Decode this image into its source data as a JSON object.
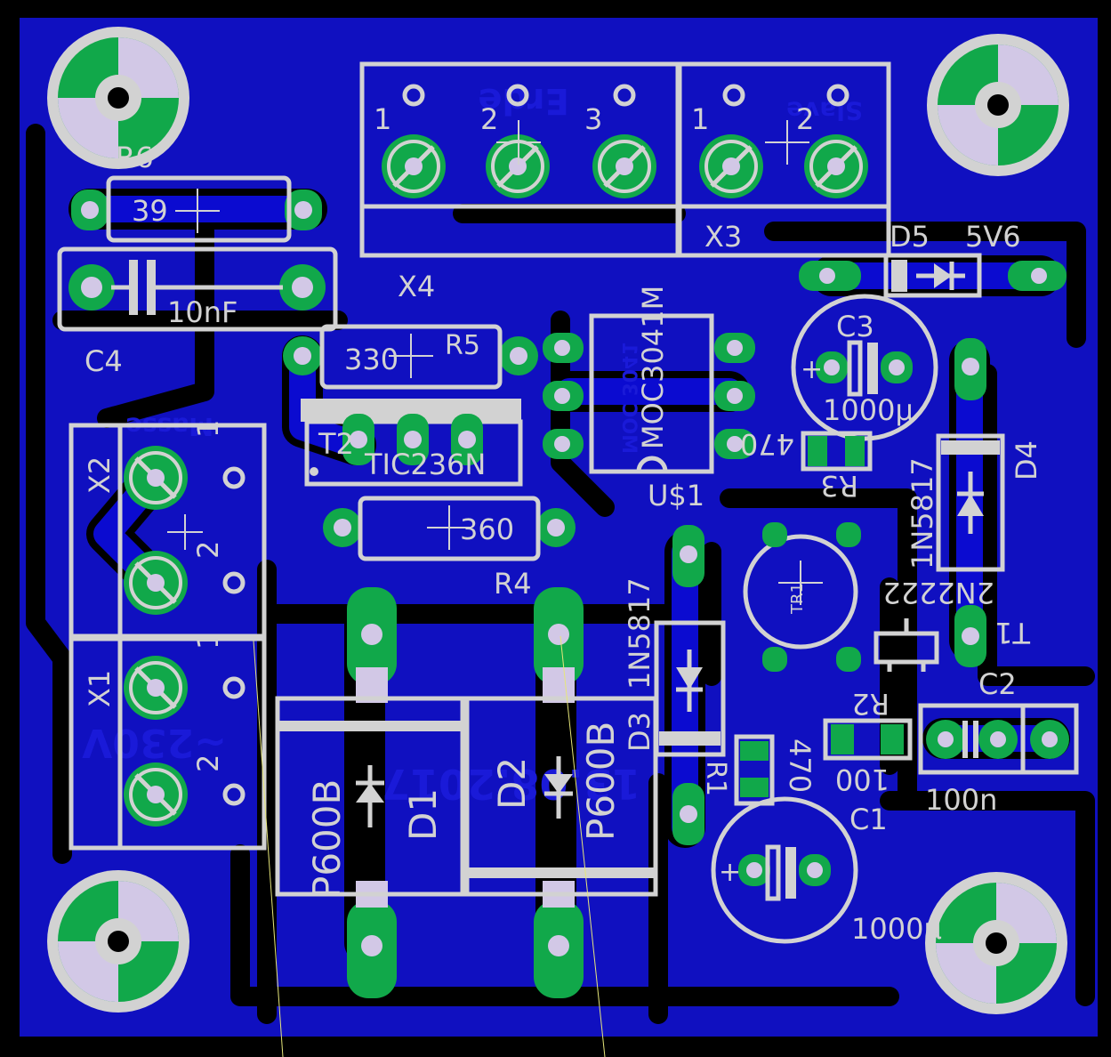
{
  "labels": {
    "x4_name": "X4",
    "x4_p1": "1",
    "x4_p2": "2",
    "x4_p3": "3",
    "x3_name": "X3",
    "x3_p1": "1",
    "x3_p2": "2",
    "x2_name": "X2",
    "x2_p1": "1",
    "x2_p2": "2",
    "x1_name": "X1",
    "x1_p1": "1",
    "x1_p2": "2",
    "r6_name": "R6",
    "r6_value": "39",
    "c4_name": "C4",
    "c4_value": "10nF",
    "r5_name": "R5",
    "r5_value": "330",
    "t2_name": "T2",
    "t2_value": "TIC236N",
    "r4_name": "R4",
    "r4_value": "360",
    "u1_name": "U$1",
    "u1_value": "MOC3041M",
    "d5_name": "D5",
    "d5_value": "5V6",
    "c3_name": "C3",
    "c3_value": "1000µ",
    "r3_name": "R3",
    "r3_value": "470",
    "d4_name": "D4",
    "d4_value": "1N5817",
    "t1_name": "T1",
    "t1_value": "2N2222",
    "t1_sub": "TR1",
    "d3_name": "D3",
    "d3_value": "1N5817",
    "d1_name": "D1",
    "d1_value": "P600B",
    "d2_name": "D2",
    "d2_value": "P600B",
    "r2_name": "R2",
    "r2_value": "100",
    "r1_name": "R1",
    "r1_value": "470",
    "c2_name": "C2",
    "c2_value": "100n",
    "c1_name": "C1",
    "c1_value": "1000µ",
    "bottom_erde": "Erde",
    "bottom_date": "13.08.2017",
    "bottom_230v": "~230V",
    "bottom_mosa": "Masse",
    "bottom_slave": "Slave",
    "bottom_moc": "MOC 3041"
  }
}
